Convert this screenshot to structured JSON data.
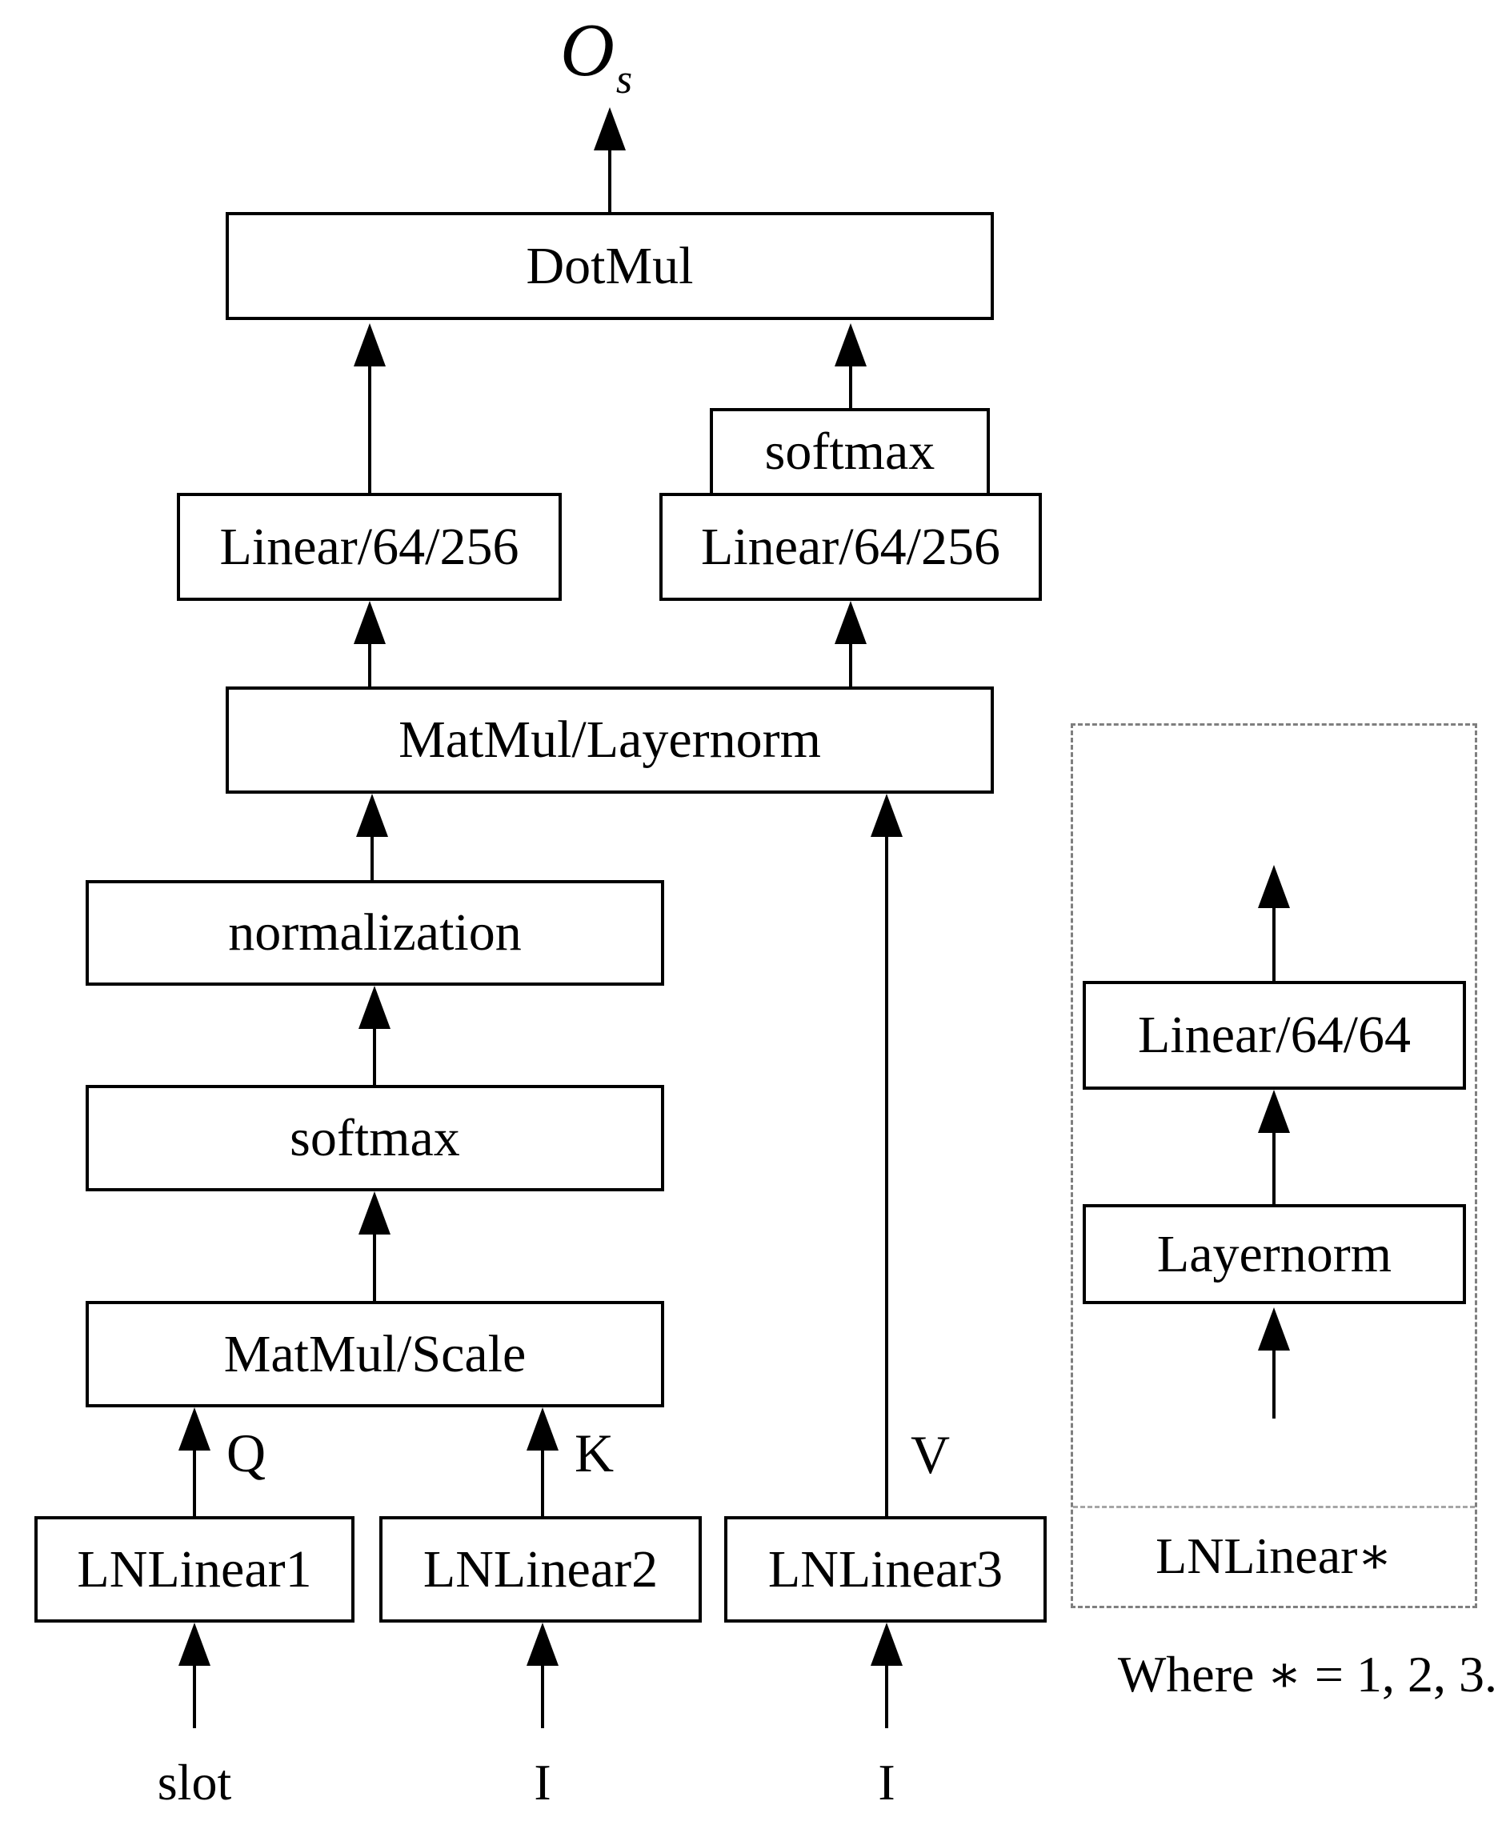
{
  "output": {
    "symbol": "O",
    "subscript": "s"
  },
  "nodes": {
    "dotmul": "DotMul",
    "softmax_top": "softmax",
    "linear_left": "Linear/64/256",
    "linear_right": "Linear/64/256",
    "matmul_layernorm": "MatMul/Layernorm",
    "normalization": "normalization",
    "softmax_left": "softmax",
    "matmul_scale": "MatMul/Scale",
    "lnlinear1": "LNLinear1",
    "lnlinear2": "LNLinear2",
    "lnlinear3": "LNLinear3"
  },
  "edge_labels": {
    "q": "Q",
    "k": "K",
    "v": "V"
  },
  "inputs": {
    "slot": "slot",
    "i_middle": "I",
    "i_right": "I"
  },
  "legend": {
    "linear_64_64": "Linear/64/64",
    "layernorm": "Layernorm",
    "lnlinear_star": "LNLinear∗",
    "caption": "Where ∗ = 1, 2, 3."
  },
  "colors": {
    "line": "#000000",
    "box_border": "#000000",
    "dashed_border": "#7f7f7f",
    "background": "#ffffff"
  }
}
